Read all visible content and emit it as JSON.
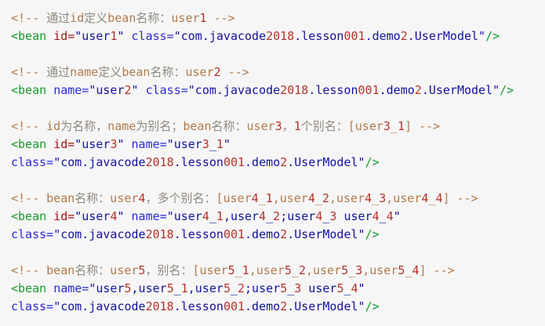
{
  "page": {
    "kind": "code-snippet",
    "language": "xml",
    "background": "#f6f6f6"
  },
  "palette": {
    "bg": "#f6f6f6",
    "plain": "#333333",
    "tag": "#179b2c",
    "attr_id": "#a01414",
    "attr_other": "#2929d6",
    "string": "#12129e",
    "number": "#b53229",
    "comment_latin": "#b07a4c",
    "comment_cjk": "#8f897d"
  },
  "code": {
    "lines": [
      "<!-- 通过id定义bean名称：user1 -->",
      "<bean id=\"user1\" class=\"com.javacode2018.lesson001.demo2.UserModel\"/>",
      "",
      "<!-- 通过name定义bean名称：user2 -->",
      "<bean name=\"user2\" class=\"com.javacode2018.lesson001.demo2.UserModel\"/>",
      "",
      "<!-- id为名称，name为别名；bean名称：user3，1个别名：[user3_1] -->",
      "<bean id=\"user3\" name=\"user3_1\"",
      "class=\"com.javacode2018.lesson001.demo2.UserModel\"/>",
      "",
      "<!-- bean名称：user4，多个别名：[user4_1,user4_2,user4_3,user4_4] -->",
      "<bean id=\"user4\" name=\"user4_1,user4_2;user4_3 user4_4\"",
      "class=\"com.javacode2018.lesson001.demo2.UserModel\"/>",
      "",
      "<!-- bean名称：user5，别名：[user5_1,user5_2,user5_3,user5_4] -->",
      "<bean name=\"user5,user5_1,user5_2;user5_3 user5_4\"",
      "class=\"com.javacode2018.lesson001.demo2.UserModel\"/>"
    ]
  }
}
